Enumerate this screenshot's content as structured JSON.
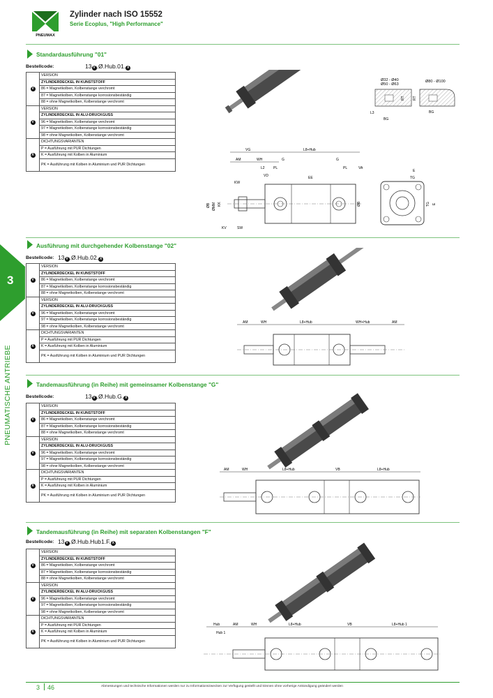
{
  "header": {
    "title": "Zylinder nach ISO 15552",
    "subtitle": "Serie Ecoplus, \"High Performance\"",
    "logo_text": "PNEUMAX"
  },
  "side_tab": {
    "number": "3",
    "label": "PNEUMATISCHE ANTRIEBE"
  },
  "sections": [
    {
      "title": "Standardausführung \"01\"",
      "order_label": "Bestellcode:",
      "code_prefix": "13",
      "code_mid": ".Ø.Hub.01.",
      "groups": [
        {
          "symbol": "V",
          "rows": [
            "VERSION",
            "ZYLINDERDECKEL IN KUNSTSTOFF",
            "86 = Magnetkolben, Kolbenstange verchromt",
            "87 = Magnetkolben, Kolbenstange korrosionsbeständig",
            "88 = ohne Magnetkolben, Kolbenstange verchromt"
          ]
        },
        {
          "symbol": "V",
          "rows": [
            "VERSION",
            "ZYLINDERDECKEL IN ALU-DRUCKGUSS",
            "96 = Magnetkolben, Kolbenstange verchromt",
            "97 = Magnetkolben, Kolbenstange korrosionsbeständig",
            "98 = ohne Magnetkolben, Kolbenstange verchromt"
          ]
        },
        {
          "symbol": "X",
          "rows": [
            "DICHTUNGSVARIANTEN",
            "P = Ausführung mit PUR Dichtungen",
            "K = Ausführung mit Kolben in Aluminium",
            "PK = Ausführung mit Kolben in Aluminium und PUR Dichtungen"
          ]
        }
      ]
    },
    {
      "title": "Ausführung mit durchgehender Kolbenstange \"02\"",
      "order_label": "Bestellcode:",
      "code_prefix": "13",
      "code_mid": ".Ø.Hub.02.",
      "groups": [
        {
          "symbol": "V",
          "rows": [
            "VERSION",
            "ZYLINDERDECKEL IN KUNSTSTOFF",
            "86 = Magnetkolben, Kolbenstange verchromt",
            "87 = Magnetkolben, Kolbenstange korrosionsbeständig",
            "88 = ohne Magnetkolben, Kolbenstange verchromt"
          ]
        },
        {
          "symbol": "V",
          "rows": [
            "VERSION",
            "ZYLINDERDECKEL IN ALU-DRUCKGUSS",
            "96 = Magnetkolben, Kolbenstange verchromt",
            "97 = Magnetkolben, Kolbenstange korrosionsbeständig",
            "98 = ohne Magnetkolben, Kolbenstange verchromt"
          ]
        },
        {
          "symbol": "X",
          "rows": [
            "DICHTUNGSVARIANTEN",
            "P = Ausführung mit PUR Dichtungen",
            "K = Ausführung mit Kolben in Aluminium",
            "PK = Ausführung mit Kolben in Aluminium und PUR Dichtungen"
          ]
        }
      ]
    },
    {
      "title": "Tandemausführung (in Reihe) mit gemeinsamer Kolbenstange \"G\"",
      "order_label": "Bestellcode:",
      "code_prefix": "13",
      "code_mid": ".Ø.Hub.G.",
      "groups": [
        {
          "symbol": "V",
          "rows": [
            "VERSION",
            "ZYLINDERDECKEL IN KUNSTSTOFF",
            "86 = Magnetkolben, Kolbenstange verchromt",
            "87 = Magnetkolben, Kolbenstange korrosionsbeständig",
            "88 = ohne Magnetkolben, Kolbenstange verchromt"
          ]
        },
        {
          "symbol": "V",
          "rows": [
            "VERSION",
            "ZYLINDERDECKEL IN ALU-DRUCKGUSS",
            "96 = Magnetkolben, Kolbenstange verchromt",
            "97 = Magnetkolben, Kolbenstange korrosionsbeständig",
            "98 = ohne Magnetkolben, Kolbenstange verchromt"
          ]
        },
        {
          "symbol": "X",
          "rows": [
            "DICHTUNGSVARIANTEN",
            "P = Ausführung mit PUR Dichtungen",
            "K = Ausführung mit Kolben in Aluminium",
            "PK = Ausführung mit Kolben in Aluminium und PUR Dichtungen"
          ]
        }
      ]
    },
    {
      "title": "Tandemausführung (in Reihe) mit separaten Kolbenstangen \"F\"",
      "order_label": "Bestellcode:",
      "code_prefix": "13",
      "code_mid": ".Ø.Hub.Hub1.F.",
      "groups": [
        {
          "symbol": "V",
          "rows": [
            "VERSION",
            "ZYLINDERDECKEL IN KUNSTSTOFF",
            "86 = Magnetkolben, Kolbenstange verchromt",
            "87 = Magnetkolben, Kolbenstange korrosionsbeständig",
            "88 = ohne Magnetkolben, Kolbenstange verchromt"
          ]
        },
        {
          "symbol": "V",
          "rows": [
            "VERSION",
            "ZYLINDERDECKEL IN ALU-DRUCKGUSS",
            "96 = Magnetkolben, Kolbenstange verchromt",
            "97 = Magnetkolben, Kolbenstange korrosionsbeständig",
            "98 = ohne Magnetkolben, Kolbenstange verchromt"
          ]
        },
        {
          "symbol": "X",
          "rows": [
            "DICHTUNGSVARIANTEN",
            "P = Ausführung mit PUR Dichtungen",
            "K = Ausführung mit Kolben in Aluminium",
            "PK = Ausführung mit Kolben in Aluminium und PUR Dichtungen"
          ]
        }
      ]
    }
  ],
  "drawing_labels": {
    "d1_size_a": "Ø32 - Ø40",
    "d1_size_b": "Ø50 - Ø63",
    "d1_size_c": "Ø80 - Ø100",
    "rt": "RT",
    "l3": "L3",
    "bg": "BG",
    "vg": "VG",
    "l8hub": "L8+Hub",
    "am": "AM",
    "wh": "WH",
    "g": "G",
    "l2": "L2",
    "pl": "PL",
    "va": "VA",
    "vd": "VD",
    "ee": "EE",
    "kw": "KW",
    "kk": "KK",
    "b": "ØB",
    "mm": "ØMM",
    "kv": "KV",
    "sw": "SW",
    "e": "E",
    "tg": "TG",
    "whhub": "WH+Hub",
    "vb": "VB",
    "hub": "Hub",
    "hub1": "Hub 1",
    "l8hub1": "L8+Hub 1"
  },
  "footer": {
    "chapter": "3",
    "page": "46",
    "disclaimer": "Abmessungen und technische Informationen werden nur zu Informationszwecken zur Verfügung gestellt und können ohne vorherige Ankündigung geändert werden"
  },
  "colors": {
    "brand_green": "#2e9e2e",
    "accent_light": "#7dc37d"
  }
}
